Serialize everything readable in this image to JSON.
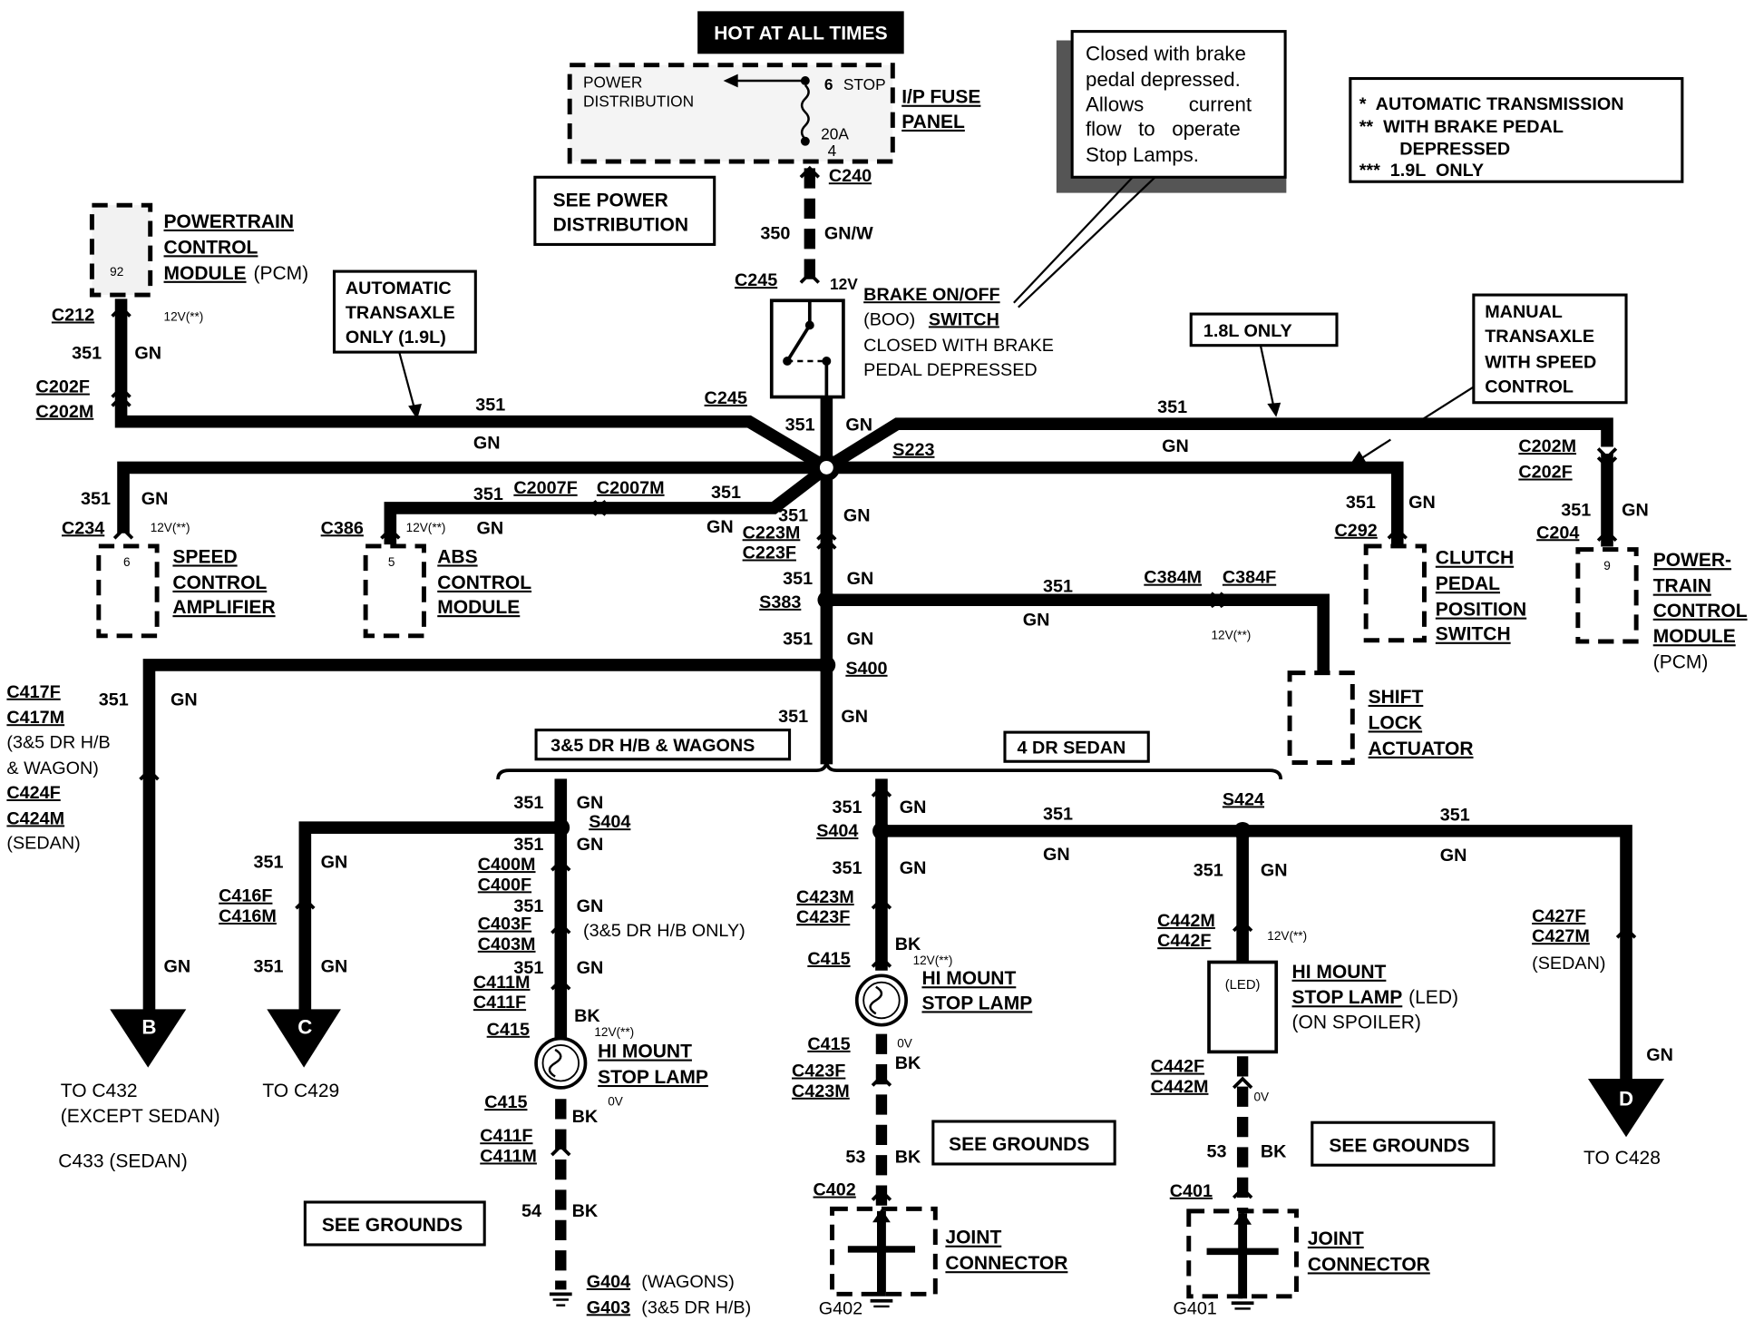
{
  "header": {
    "hot": "HOT AT ALL TIMES",
    "pd_line1": "POWER",
    "pd_line2": "DISTRIBUTION",
    "fuse_num": "6",
    "fuse_word": "STOP",
    "fuse_amp": "20A",
    "fuse_pin": "4",
    "ip_line1": "I/P FUSE",
    "ip_line2": "PANEL",
    "c240": "C240",
    "see_pd_line1": "SEE POWER",
    "see_pd_line2": "DISTRIBUTION"
  },
  "note": {
    "line1": "Closed with brake",
    "line2": "pedal depressed.",
    "line3": "Allows        current",
    "line4": "flow   to   operate",
    "line5": "Stop Lamps."
  },
  "legend": {
    "line1": "*  AUTOMATIC TRANSMISSION",
    "line2": "**  WITH BRAKE PEDAL",
    "line3": "DEPRESSED",
    "line4": "***  1.9L  ONLY"
  },
  "boo": {
    "c245_top": "C245",
    "volts": "12V",
    "wire_num": "350",
    "wire_color": "GN/W",
    "line1": "BRAKE ON/OFF",
    "line2a": "(BOO)",
    "line2b": "SWITCH",
    "line3": "CLOSED WITH BRAKE",
    "line4": "PEDAL DEPRESSED",
    "c245_bot": "C245"
  },
  "pcm_left": {
    "pin": "92",
    "line1": "POWERTRAIN",
    "line2": "CONTROL",
    "line3a": "MODULE",
    "line3b": "(PCM)",
    "c212": "C212",
    "volts": "12V(**)",
    "wire_num": "351",
    "wire_color": "GN",
    "c202f": "C202F",
    "c202m": "C202M"
  },
  "auto_box": {
    "line1": "AUTOMATIC",
    "line2": "TRANSAXLE",
    "line3": "ONLY (1.9L)"
  },
  "trunk": {
    "num1": "351",
    "col1": "GN",
    "num2": "351",
    "col2": "GN",
    "s223": "S223",
    "num_right": "351",
    "col_right": "GN",
    "num_c223": "351",
    "col_c223": "GN",
    "c223m": "C223M",
    "c223f": "C223F",
    "num_s383": "351",
    "col_s383": "GN",
    "s383": "S383",
    "num_s400": "351",
    "col_s400": "GN",
    "s400": "S400",
    "num_below": "351",
    "col_below": "GN"
  },
  "speed": {
    "wire_num": "351",
    "wire_color": "GN",
    "c234": "C234",
    "volts": "12V(**)",
    "pin": "6",
    "line1": "SPEED",
    "line2": "CONTROL",
    "line3": "AMPLIFIER"
  },
  "abs": {
    "c386": "C386",
    "volts": "12V(**)",
    "wire_color": "GN",
    "num_left": "351",
    "c2007f": "C2007F",
    "c2007m": "C2007M",
    "num_right": "351",
    "col_right": "GN",
    "pin": "5",
    "line1": "ABS",
    "line2": "CONTROL",
    "line3": "MODULE"
  },
  "r18": {
    "label": "1.8L ONLY"
  },
  "manual_box": {
    "line1": "MANUAL",
    "line2": "TRANSAXLE",
    "line3": "WITH SPEED",
    "line4": "CONTROL"
  },
  "clutch": {
    "wire_num": "351",
    "wire_color": "GN",
    "c292": "C292",
    "line1": "CLUTCH",
    "line2": "PEDAL",
    "line3": "POSITION",
    "line4": "SWITCH"
  },
  "pcm_right": {
    "c202m": "C202M",
    "c202f": "C202F",
    "wire_num": "351",
    "wire_color": "GN",
    "c204": "C204",
    "pin": "9",
    "line1": "POWER-",
    "line2": "TRAIN",
    "line3": "CONTROL",
    "line4": "MODULE",
    "line5": "(PCM)"
  },
  "shift": {
    "wire_num": "351",
    "wire_color": "GN",
    "c384m": "C384M",
    "c384f": "C384F",
    "volts": "12V(**)",
    "line1": "SHIFT",
    "line2": "LOCK",
    "line3": "ACTUATOR"
  },
  "left_branch": {
    "c417f": "C417F",
    "c417m": "C417M",
    "note1": "(3&5 DR H/B",
    "note2": "& WAGON)",
    "c424f": "C424F",
    "c424m": "C424M",
    "note3": "(SEDAN)",
    "wire_num": "351",
    "wire_color": "GN",
    "gn_lower": "GN",
    "b_letter": "B",
    "to1": "TO C432",
    "to2": "(EXCEPT SEDAN)",
    "to3": "C433 (SEDAN)"
  },
  "c_branch": {
    "wire_num1": "351",
    "wire_color1": "GN",
    "c416f": "C416F",
    "c416m": "C416M",
    "wire_num2": "351",
    "wire_color2": "GN",
    "c_letter": "C",
    "to": "TO C429"
  },
  "split": {
    "hb_label": "3&5 DR H/B & WAGONS",
    "sedan_label": "4 DR SEDAN"
  },
  "hb": {
    "n1": "351",
    "g1": "GN",
    "s404": "S404",
    "n2": "351",
    "g2": "GN",
    "c400m": "C400M",
    "c400f": "C400F",
    "n3": "351",
    "g3": "GN",
    "c403f": "C403F",
    "c403m": "C403M",
    "hb_only": "(3&5 DR H/B ONLY)",
    "n4": "351",
    "g4": "GN",
    "c411m": "C411M",
    "c411f": "C411F",
    "bk1": "BK",
    "c415a": "C415",
    "volts": "12V(**)",
    "lamp1": "HI MOUNT",
    "lamp2": "STOP LAMP",
    "c415b": "C415",
    "bk2": "BK",
    "zero": "0V",
    "c411f2": "C411F",
    "c411m2": "C411M",
    "n54": "54",
    "bk3": "BK",
    "see_grounds": "SEE GROUNDS",
    "g404": "G404",
    "g404_note": "(WAGONS)",
    "g403": "G403",
    "g403_note": "(3&5 DR H/B)"
  },
  "sedan": {
    "n1": "351",
    "g1": "GN",
    "s404": "S404",
    "n_mid": "351",
    "g_mid": "GN",
    "n2": "351",
    "g2": "GN",
    "c423m": "C423M",
    "c423f": "C423F",
    "bk1": "BK",
    "volts": "12V(**)",
    "c415a": "C415",
    "lamp1": "HI MOUNT",
    "lamp2": "STOP LAMP",
    "c415b": "C415",
    "zero": "0V",
    "bk2": "BK",
    "c423f2": "C423F",
    "c423m2": "C423M",
    "n53": "53",
    "bk3": "BK",
    "see_grounds": "SEE GROUNDS",
    "c402": "C402",
    "joint1": "JOINT",
    "joint2": "CONNECTOR",
    "g402": "G402"
  },
  "led": {
    "s424": "S424",
    "n1": "351",
    "g1": "GN",
    "c442m": "C442M",
    "c442f": "C442F",
    "volts": "12V(**)",
    "led_text": "(LED)",
    "lamp1": "HI MOUNT",
    "lamp2a": "STOP LAMP",
    "lamp2b": "(LED)",
    "lamp3": "(ON SPOILER)",
    "c442f2": "C442F",
    "c442m2": "C442M",
    "zero": "0V",
    "n53": "53",
    "bk": "BK",
    "see_grounds": "SEE GROUNDS",
    "c401": "C401",
    "joint1": "JOINT",
    "joint2": "CONNECTOR",
    "g401": "G401"
  },
  "d_branch": {
    "n1": "351",
    "g1": "GN",
    "c427f": "C427F",
    "c427m": "C427M",
    "note": "(SEDAN)",
    "gn": "GN",
    "d_letter": "D",
    "to": "TO C428"
  }
}
